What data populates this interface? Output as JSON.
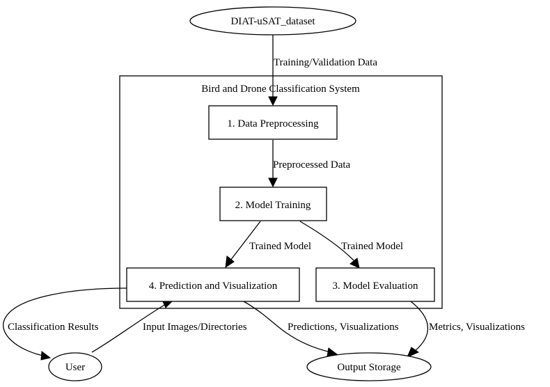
{
  "cluster": {
    "label": "Bird and Drone Classification System"
  },
  "nodes": {
    "dataset": "DIAT-uSAT_dataset",
    "preprocessing": "1. Data Preprocessing",
    "training": "2. Model Training",
    "prediction": "4. Prediction and Visualization",
    "evaluation": "3. Model Evaluation",
    "user": "User",
    "storage": "Output Storage"
  },
  "edges": {
    "dataset_to_preprocessing": "Training/Validation Data",
    "preprocessing_to_training": "Preprocessed Data",
    "training_to_prediction": "Trained Model",
    "training_to_evaluation": "Trained Model",
    "prediction_to_user": "Classification Results",
    "user_to_prediction": "Input Images/Directories",
    "prediction_to_storage": "Predictions, Visualizations",
    "evaluation_to_storage": "Metrics, Visualizations"
  }
}
